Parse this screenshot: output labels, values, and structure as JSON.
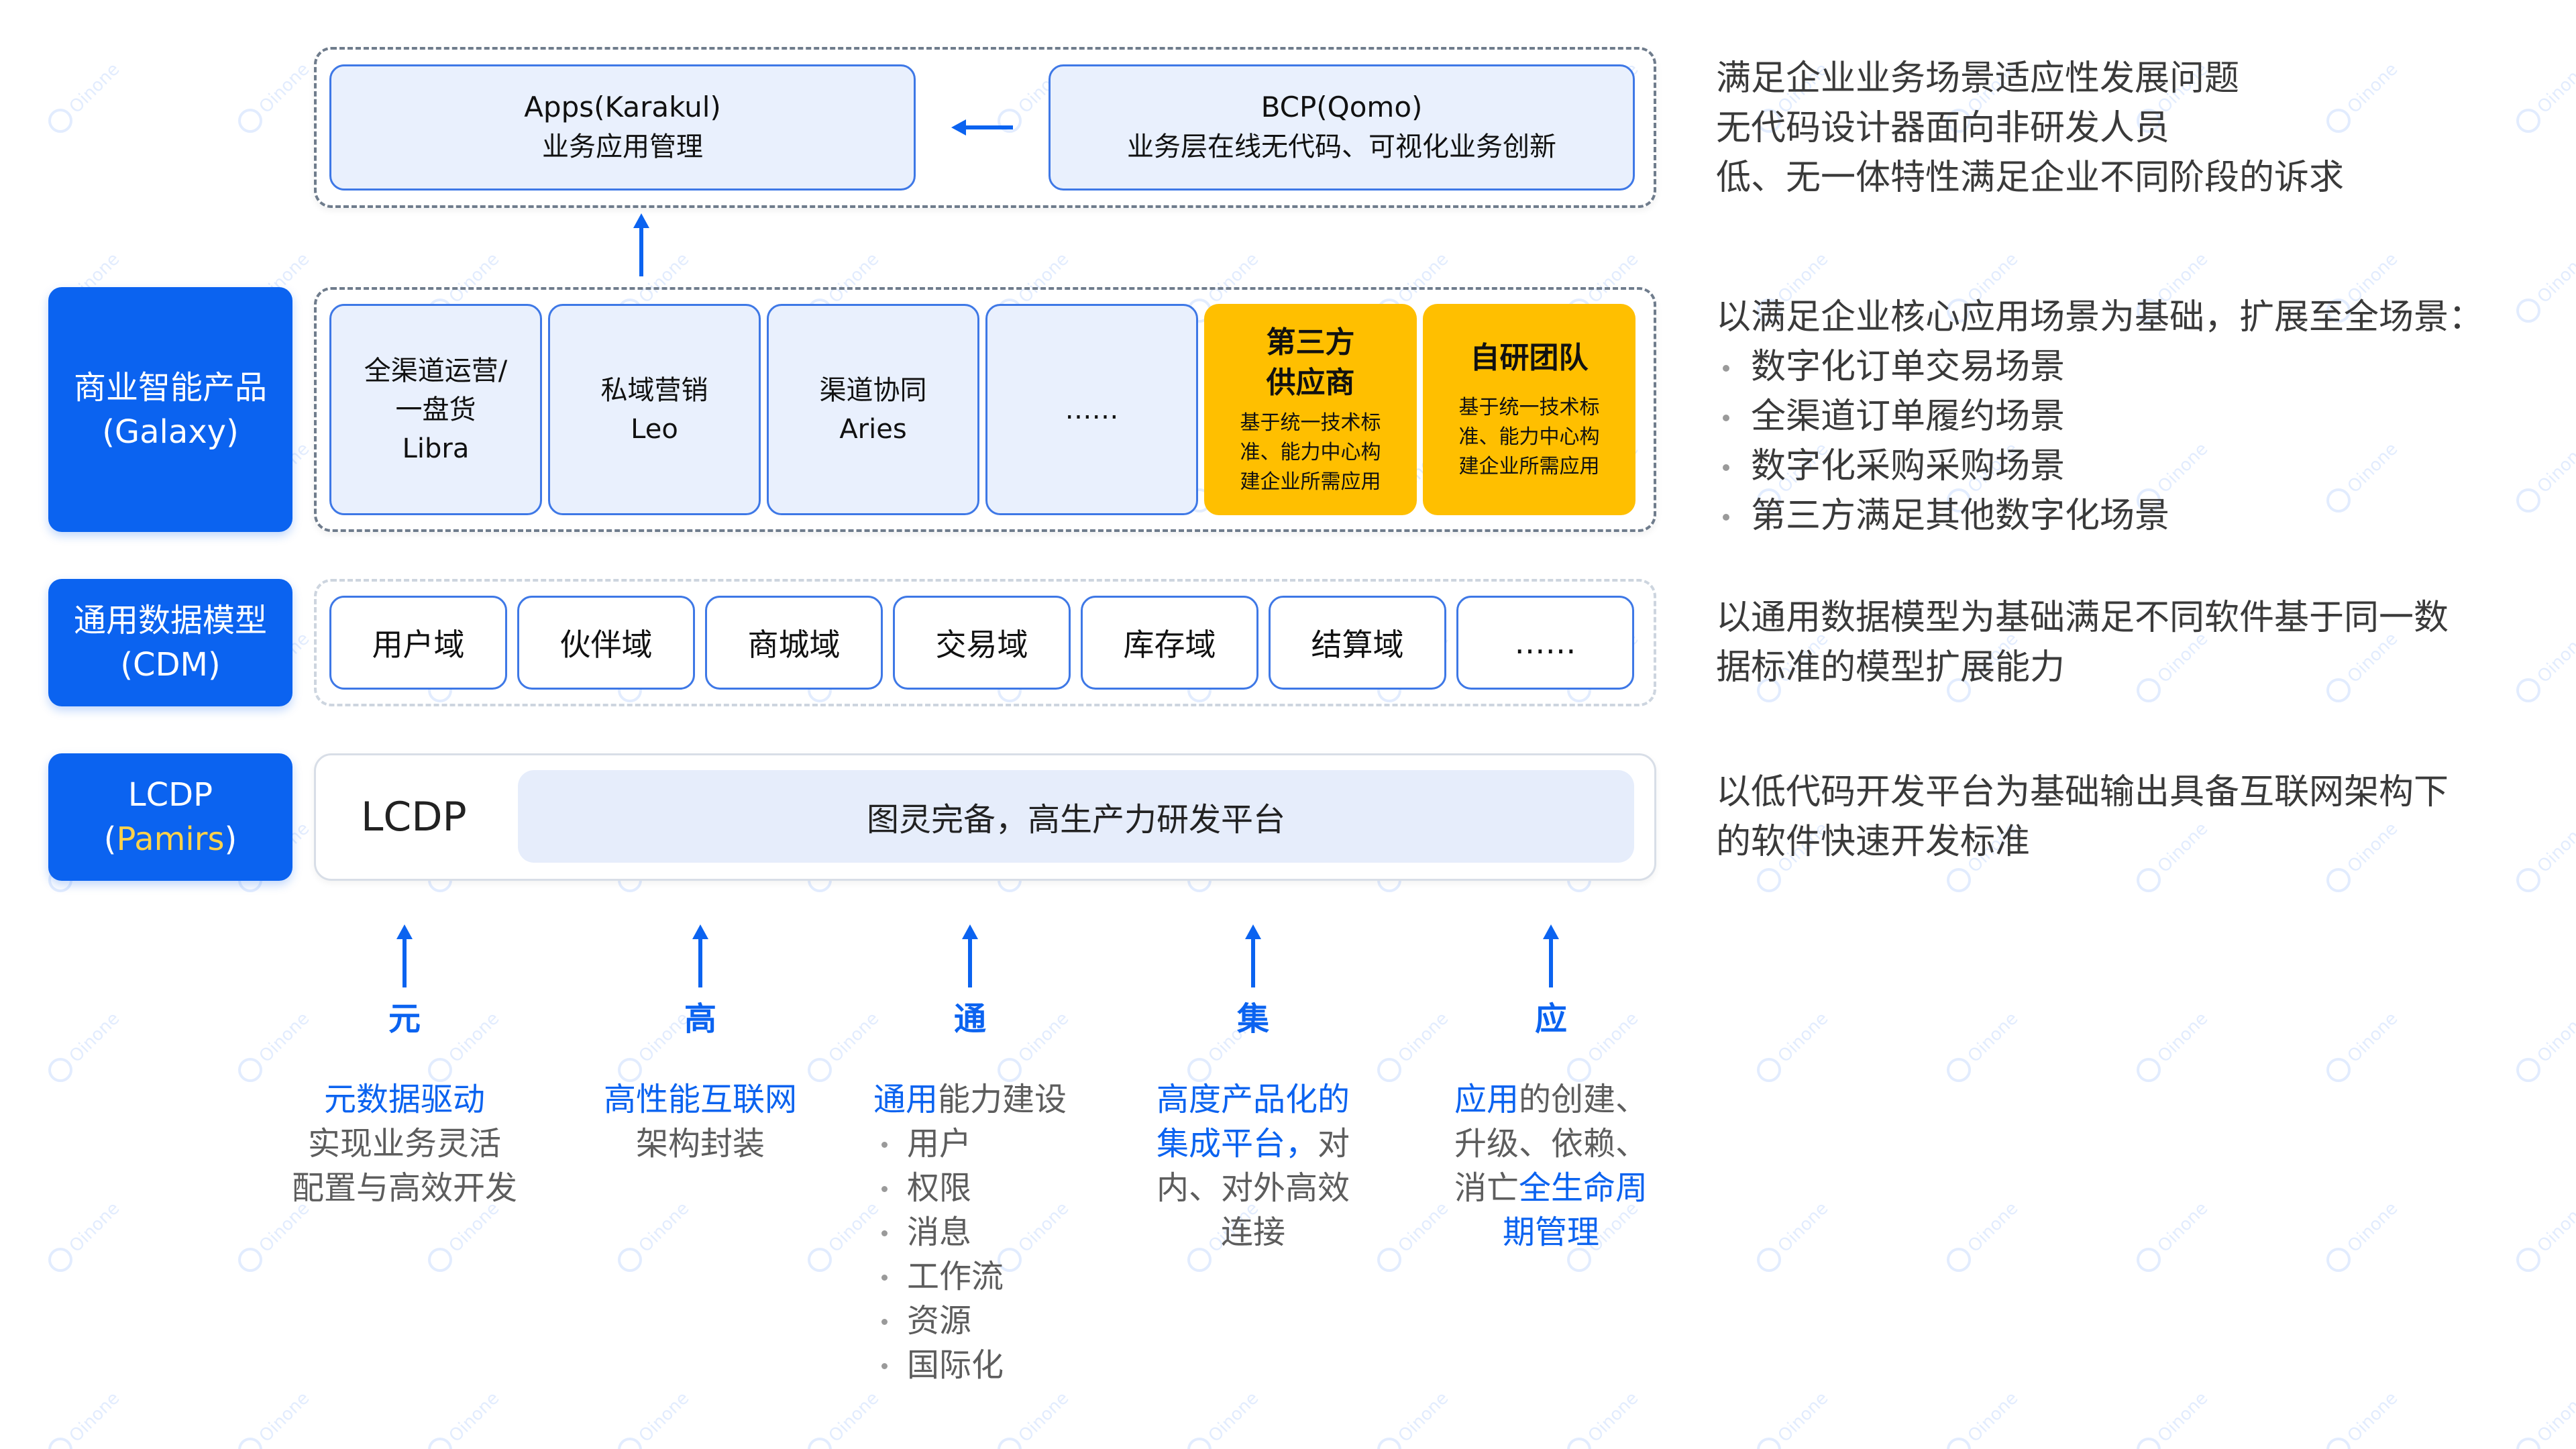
{
  "colors": {
    "brand_blue": "#0b63f0",
    "accent_yellow": "#ffbf00",
    "light_blue_fill": "#e9f0fd"
  },
  "top": {
    "apps": {
      "title": "Apps(Karakul)",
      "subtitle": "业务应用管理"
    },
    "bcp": {
      "title": "BCP(Qomo)",
      "subtitle": "业务层在线无代码、可视化业务创新"
    },
    "desc": [
      "满足企业业务场景适应性发展问题",
      "无代码设计器面向非研发人员",
      "低、无一体特性满足企业不同阶段的诉求"
    ]
  },
  "galaxy": {
    "label_line1": "商业智能产品",
    "label_line2": "(Galaxy)",
    "boxes": [
      {
        "lines": [
          "全渠道运营/",
          "一盘货",
          "Libra"
        ]
      },
      {
        "lines": [
          "私域营销",
          "Leo"
        ]
      },
      {
        "lines": [
          "渠道协同",
          "Aries"
        ]
      },
      {
        "lines": [
          "……"
        ]
      }
    ],
    "third_party": {
      "title_line1": "第三方",
      "title_line2": "供应商",
      "desc": [
        "基于统一技术标",
        "准、能力中心构",
        "建企业所需应用"
      ]
    },
    "self_team": {
      "title": "自研团队",
      "desc": [
        "基于统一技术标",
        "准、能力中心构",
        "建企业所需应用"
      ]
    },
    "desc_title": "以满足企业核心应用场景为基础，扩展至全场景：",
    "desc_items": [
      "数字化订单交易场景",
      "全渠道订单履约场景",
      "数字化采购采购场景",
      "第三方满足其他数字化场景"
    ]
  },
  "cdm": {
    "label_line1": "通用数据模型",
    "label_line2": "(CDM)",
    "domains": [
      "用户域",
      "伙伴域",
      "商城域",
      "交易域",
      "库存域",
      "结算域",
      "……"
    ],
    "desc": [
      "以通用数据模型为基础满足不同软件基于同一数",
      "据标准的模型扩展能力"
    ]
  },
  "lcdp": {
    "label_line1": "LCDP",
    "label_prefix": "(",
    "label_highlight": "Pamirs",
    "label_suffix": ")",
    "name": "LCDP",
    "platform": "图灵完备，高生产力研发平台",
    "desc": [
      "以低代码开发平台为基础输出具备互联网架构下",
      "的软件快速开发标准"
    ]
  },
  "columns": [
    {
      "key": "元",
      "line1_blue": "元数据驱动",
      "rest": [
        "实现业务灵活",
        "配置与高效开发"
      ]
    },
    {
      "key": "高",
      "line1_blue": "高性能互联网",
      "rest": [
        "架构封装"
      ]
    },
    {
      "key": "通",
      "line1_blue": "通用",
      "line1_gray": "能力建设",
      "items": [
        "用户",
        "权限",
        "消息",
        "工作流",
        "资源",
        "国际化"
      ]
    },
    {
      "key": "集",
      "blue_lines": [
        "高度产品化的"
      ],
      "mixed_blue": "集成平台，",
      "mixed_gray": "对",
      "rest": [
        "内、对外高效",
        "连接"
      ]
    },
    {
      "key": "应",
      "line1_blue": "应用",
      "line1_gray": "的创建、",
      "rest": [
        "升级、依赖、"
      ],
      "line3_gray": "消亡",
      "line3_blue": "全生命周",
      "line4_blue": "期管理"
    }
  ]
}
